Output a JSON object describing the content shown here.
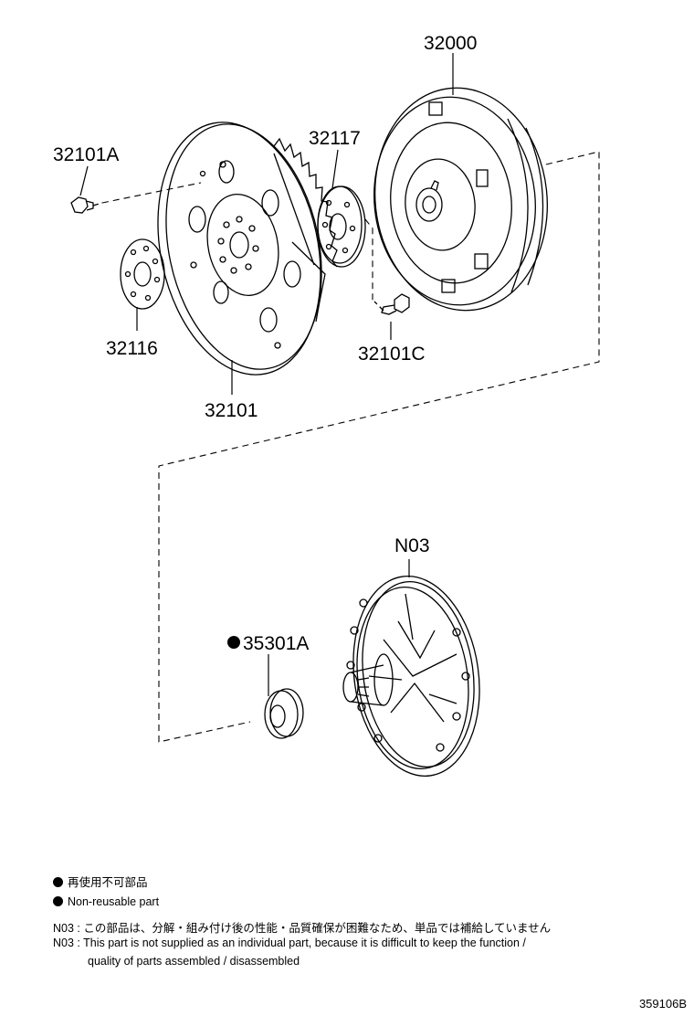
{
  "parts": {
    "torque_converter": "32000",
    "bolt_a": "32101A",
    "spacer_32117": "32117",
    "plate_32116": "32116",
    "bolt_c": "32101C",
    "drive_plate": "32101",
    "oil_pump": "N03",
    "oil_seal": "35301A"
  },
  "legend": {
    "non_reusable_jp": "再使用不可部品",
    "non_reusable_en": "Non-reusable part"
  },
  "notes": {
    "n03_jp": "N03 : この部品は、分解・組み付け後の性能・品質確保が困難なため、単品では補給していません",
    "n03_en_line1": "N03 : This part is not supplied as an individual part, because it is difficult to keep the function /",
    "n03_en_line2": "quality of parts assembled / disassembled"
  },
  "illustration_id": "359106B"
}
